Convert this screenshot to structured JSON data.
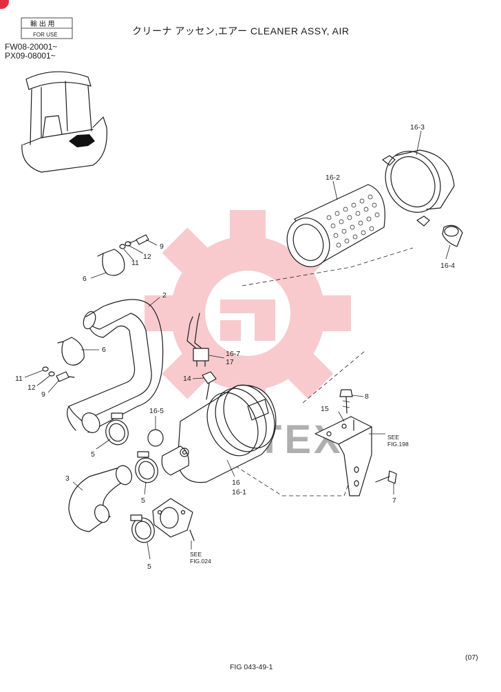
{
  "header": {
    "stamp_line1": "輸 出 用",
    "stamp_line2": "FOR USE",
    "serial_1": "FW08-20001~",
    "serial_2": "PX09-08001~",
    "title": "クリーナ アッセン,エアー CLEANER ASSY, AIR"
  },
  "callouts": {
    "p2": "2",
    "p3": "3",
    "p5a": "5",
    "p5b": "5",
    "p5c": "5",
    "p6a": "6",
    "p6b": "6",
    "p7": "7",
    "p8": "8",
    "p9a": "9",
    "p9b": "9",
    "p11a": "11",
    "p11b": "11",
    "p12a": "12",
    "p12b": "12",
    "p14": "14",
    "p15": "15",
    "p16": "16",
    "p16_1": "16-1",
    "p16_2": "16-2",
    "p16_3": "16-3",
    "p16_4": "16-4",
    "p16_5": "16-5",
    "p16_7": "16-7",
    "p17": "17"
  },
  "references": {
    "see_1": "SEE",
    "fig_198": "FIG.198",
    "see_2": "SEE",
    "fig_024": "FIG.024"
  },
  "watermark": "INHTEX",
  "footer": {
    "page_code": "(07)",
    "figure_id": "FIG 043-49-1"
  },
  "colors": {
    "watermark_red": "#e8434f",
    "corner_badge": "#e0303d",
    "line": "#1a1a1a"
  }
}
